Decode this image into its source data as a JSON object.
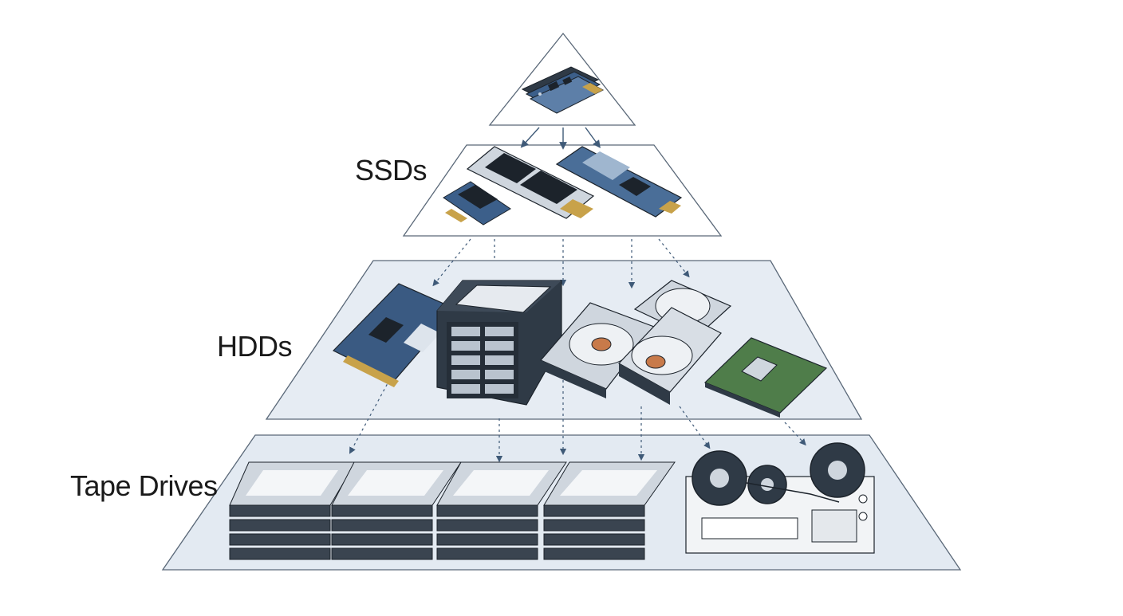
{
  "tiers": [
    {
      "label": "",
      "device": "nvme-module-stack"
    },
    {
      "label": "SSDs",
      "device": "ssd-cards"
    },
    {
      "label": "HDDs",
      "device": "hard-disk-drives"
    },
    {
      "label": "Tape Drives",
      "device": "tape-cartridges-and-reel-drive"
    }
  ],
  "colors": {
    "tier_outline": "#5a6878",
    "tier_fill_top": "#ffffff",
    "tier_fill_lower": "#e3eaf2",
    "arrow": "#3f5a78",
    "device_dark": "#2f3a46",
    "device_blue": "#3c5f8a",
    "device_silver": "#cfd6de",
    "copper": "#c87a4a",
    "pcb_green": "#4f7d4a",
    "label_text": "#1a1a1a"
  }
}
